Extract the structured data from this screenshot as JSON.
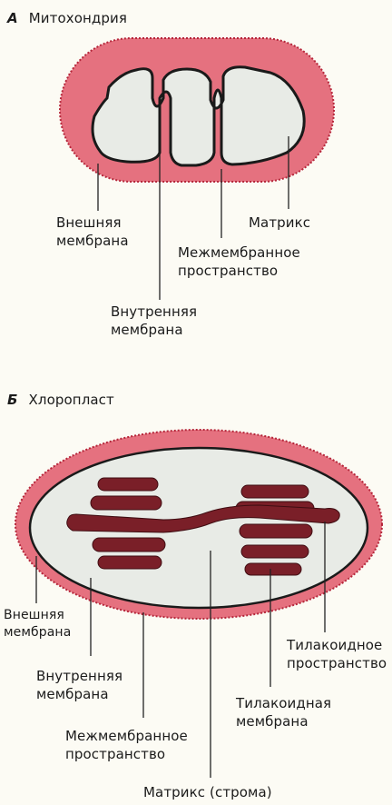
{
  "colors": {
    "outer_membrane": "#e5717f",
    "outer_edge": "#b5263a",
    "inner_membrane": "#1a1a1a",
    "matrix": "#e8ebe6",
    "thylakoid": "#7a1f28",
    "thylakoid_edge": "#3f0d12",
    "background": "#fcfbf4"
  },
  "mitochondrion": {
    "letter": "А",
    "title": "Митохондрия",
    "labels": {
      "outer_membrane_1": "Внешняя",
      "outer_membrane_2": "мембрана",
      "inner_membrane_1": "Внутренняя",
      "inner_membrane_2": "мембрана",
      "intermembrane_1": "Межмембранное",
      "intermembrane_2": "пространство",
      "matrix": "Матрикс"
    }
  },
  "chloroplast": {
    "letter": "Б",
    "title": "Хлоропласт",
    "labels": {
      "outer_membrane_1": "Внешняя",
      "outer_membrane_2": "мембрана",
      "inner_membrane_1": "Внутренняя",
      "inner_membrane_2": "мембрана",
      "intermembrane_1": "Межмембранное",
      "intermembrane_2": "пространство",
      "thylakoid_space_1": "Тилакоидное",
      "thylakoid_space_2": "пространство",
      "thylakoid_membrane_1": "Тилакоидная",
      "thylakoid_membrane_2": "мембрана",
      "matrix": "Матрикс (строма)"
    }
  }
}
